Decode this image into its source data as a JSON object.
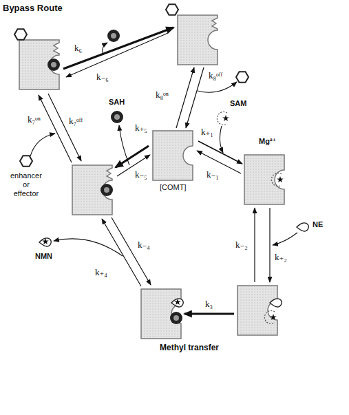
{
  "diagram": {
    "nodes": [
      {
        "text": [
          "SAH"
        ]
      },
      {
        "text": [
          "SAM"
        ]
      },
      {
        "text": [
          "[COMT]"
        ]
      },
      {
        "text": [
          "enhancer or effector"
        ]
      },
      {
        "text": [
          "NE"
        ]
      },
      {
        "text": [
          "NMN"
        ]
      }
    ],
    "labels": [
      "Bypass Route",
      "k₆",
      "k₋₆",
      "k₈ᵒᶠᶠ",
      "k₇ᵒᶠᶠ",
      "k₊₅",
      "k₋₅",
      "k₈ᵒⁿ",
      "k₊₁",
      "k₋₁",
      "Mg²⁺",
      "k₇ᵒⁿ",
      "k₋₂",
      "k₊₂",
      "k₋₄",
      "k₊₄",
      "k₃",
      "Methyl transfer"
    ]
  }
}
